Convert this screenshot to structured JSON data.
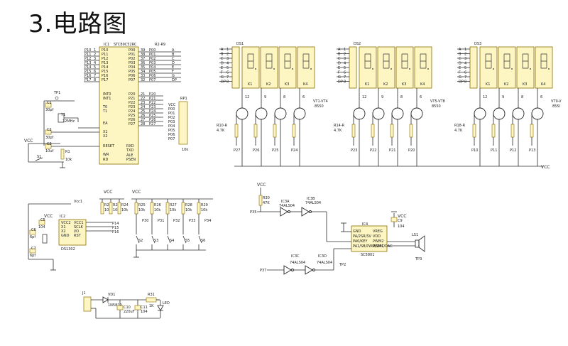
{
  "title": "3.电路图",
  "displays": [
    {
      "ref": "DS1",
      "transistors": "VT1-VT4",
      "transistor_model": "8550",
      "base_res": "R10-R",
      "base_res_val": "4.7K",
      "nets": [
        "P27",
        "P26",
        "P25",
        "P24"
      ]
    },
    {
      "ref": "DS2",
      "transistors": "VT5-VT8",
      "transistor_model": "8550",
      "base_res": "R14-R",
      "base_res_val": "4.7K",
      "nets": [
        "P23",
        "P22",
        "P21",
        "P20"
      ]
    },
    {
      "ref": "DS3",
      "transistors": "VT9-V",
      "transistor_model": "855I",
      "base_res": "R18-R",
      "base_res_val": "4.7K",
      "nets": [
        "P10",
        "P11",
        "P12",
        "P13"
      ]
    }
  ],
  "seg_pins": [
    "A",
    "B",
    "C",
    "D",
    "E",
    "F",
    "G",
    "DP"
  ],
  "mcu": {
    "ref": "IC1",
    "model": "STC89C52RC",
    "left_pins": [
      "P10",
      "P11",
      "P12",
      "P13",
      "P14",
      "P15",
      "P16",
      "P17"
    ],
    "port0": [
      "P00",
      "P01",
      "P02",
      "P03",
      "P04",
      "P05",
      "P06",
      "P07"
    ],
    "port0_nums": [
      "39",
      "38",
      "37",
      "36",
      "35",
      "34",
      "33",
      "32"
    ],
    "port2": [
      "P20",
      "P21",
      "P22",
      "P23",
      "P24",
      "P25",
      "P26",
      "P27"
    ],
    "rn": "R2-R9",
    "rp": "RP1",
    "rp_val": "10k",
    "int_labels": [
      "INT0",
      "INT1",
      "T0",
      "T1",
      "EA",
      "X1",
      "X2",
      "RESET",
      "RXD",
      "TXD",
      "ALE",
      "PSEN",
      "WR",
      "RD"
    ]
  },
  "osc": {
    "crystal": "Y1",
    "freq": "12MHz",
    "c1": "C1",
    "c1v": "30pf",
    "c2": "C2",
    "c2v": "30pf",
    "tp": "TP1"
  },
  "reset": {
    "cap": "C3",
    "capv": "10uf",
    "res": "R1",
    "resv": "10k",
    "sw": "S1"
  },
  "rtc": {
    "ref": "IC2",
    "model": "DS1302",
    "pins": [
      "VCC2",
      "X1",
      "X2",
      "GND",
      "VCC1",
      "SCLK",
      "I/O",
      "RST"
    ],
    "batt": "Vcc1",
    "c5": "C5",
    "c5v": "104",
    "c6": "C6",
    "c6v": "6pf",
    "c7": "C7",
    "c7v": "6pf",
    "nets": [
      "P14",
      "P15",
      "P16"
    ]
  },
  "keys": {
    "resistors": [
      "R22",
      "R23",
      "R24",
      "R25",
      "R26",
      "R27",
      "R28",
      "R29"
    ],
    "val": "10k",
    "switches": [
      "S2",
      "S3",
      "S4",
      "S5",
      "S6"
    ],
    "nets": [
      "P30",
      "P31",
      "P32",
      "P33",
      "P34"
    ]
  },
  "audio": {
    "r30": "R30",
    "r30v": "47K",
    "inv": [
      "IC3A",
      "IC3B",
      "IC3C",
      "IC3D"
    ],
    "invmodel": "74ALS04",
    "net_in": "P35",
    "net_out": "P37",
    "ic": "IC4",
    "model": "SC5801",
    "left_pins": [
      "GND",
      "PA/2SR/SV",
      "PA0/KEY",
      "PA1/SB/PWM/DAC"
    ],
    "right_pins": [
      "VREG",
      "VDD",
      "PWM2",
      "PWM1/DAC"
    ],
    "cap": "C9",
    "capv": "104",
    "spk": "LS1",
    "tp": "TP2",
    "tp3": "TP3"
  },
  "power": {
    "conn": "J1",
    "diode": "VD1",
    "diode_model": "1N5819",
    "c10": "C10",
    "c10v": "220uF",
    "c11": "C11",
    "c11v": "104",
    "r31": "R31",
    "r31v": "1K",
    "led": "LED"
  },
  "vcc": "VCC"
}
